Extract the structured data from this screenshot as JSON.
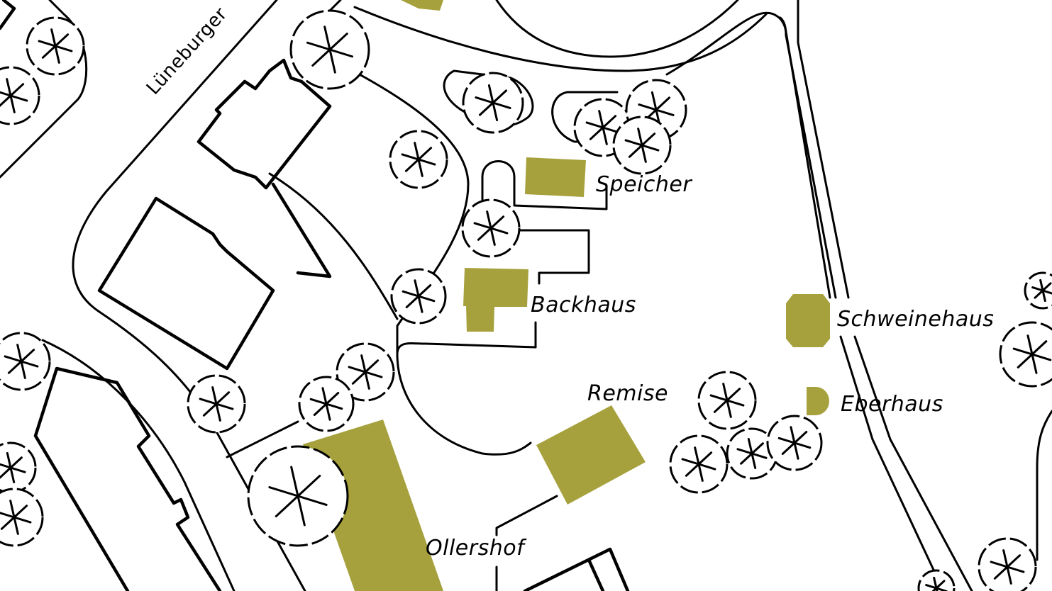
{
  "map": {
    "title": "Ollershof site plan",
    "highlight_color": "#a6a13d",
    "line_color": "#000000",
    "background_color": "#ffffff",
    "street_label": "Lüneburger",
    "labels": {
      "speicher": "Speicher",
      "backhaus": "Backhaus",
      "schweinehaus": "Schweinehaus",
      "eberhaus": "Eberhaus",
      "remise": "Remise",
      "ollershof": "Ollershof"
    }
  }
}
